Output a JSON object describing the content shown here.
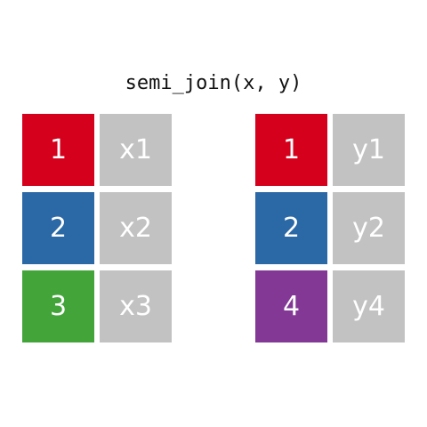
{
  "title": "semi_join(x, y)",
  "colors": {
    "red": "#d4001c",
    "blue": "#2b68a6",
    "green": "#43a43a",
    "purple": "#833896",
    "value_gray": "#c2c2c2"
  },
  "tables": [
    {
      "name": "x",
      "rows": [
        {
          "key": "1",
          "value": "x1",
          "color": "#d4001c"
        },
        {
          "key": "2",
          "value": "x2",
          "color": "#2b68a6"
        },
        {
          "key": "3",
          "value": "x3",
          "color": "#43a43a"
        }
      ]
    },
    {
      "name": "y",
      "rows": [
        {
          "key": "1",
          "value": "y1",
          "color": "#d4001c"
        },
        {
          "key": "2",
          "value": "y2",
          "color": "#2b68a6"
        },
        {
          "key": "4",
          "value": "y4",
          "color": "#833896"
        }
      ]
    }
  ]
}
